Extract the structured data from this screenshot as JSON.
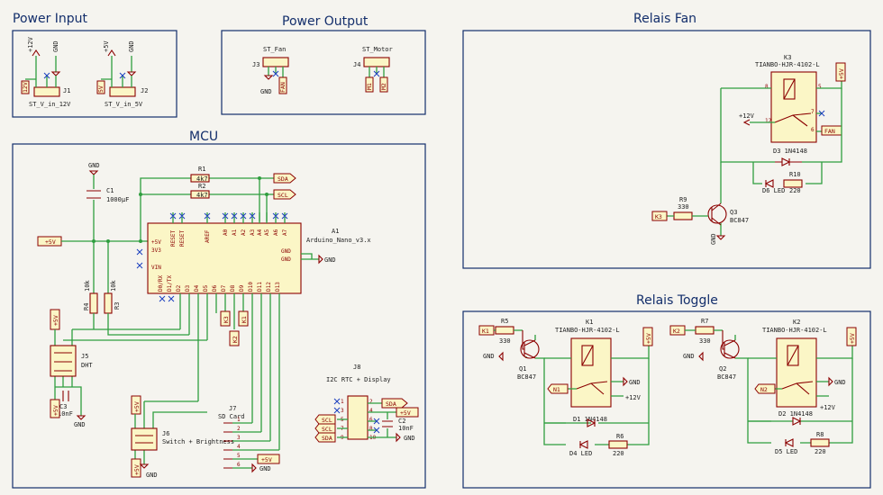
{
  "sections": {
    "power_input": "Power Input",
    "power_output": "Power Output",
    "relais_fan": "Relais Fan",
    "mcu": "MCU",
    "relais_toggle": "Relais Toggle"
  },
  "labels": {
    "p12v": "+12V",
    "gnd": "GND",
    "p5v": "+5V",
    "p5v_up": "+5V",
    "j1": "J1",
    "j2": "J2",
    "st_v_in_12v": "ST_V_in_12V",
    "st_v_in_5v": "ST_V_in_5V",
    "v12_flag": "12V",
    "v5_flag": "5V",
    "j3": "J3",
    "j4": "J4",
    "st_fan": "ST_Fan",
    "st_motor": "ST_Motor",
    "fan": "FAN",
    "m1": "M1",
    "m2": "M2",
    "k3": "K3",
    "k3_part": "TIANBO-HJR-4102-L",
    "d3": "D3 1N4148",
    "r10": "R10",
    "d6": "D6 LED",
    "r10v": "220",
    "r9": "R9",
    "r9v": "330",
    "q3": "Q3",
    "q3p": "BC847",
    "k3_flag": "K3",
    "fan_flag": "FAN",
    "c1": "C1",
    "c1v": "1000µF",
    "r1": "R1",
    "r1v": "4k7",
    "r2": "R2",
    "r2v": "4k7",
    "sda": "SDA",
    "scl": "SCL",
    "a1": "A1",
    "a1p": "Arduino_Nano_v3.x",
    "r4": "R4",
    "r4v": "10k",
    "r3": "R3",
    "r3v": "10k",
    "j5": "J5",
    "dht": "DHT",
    "c3": "C3",
    "c3v": "10nF",
    "j6": "J6",
    "j6p": "Switch + Brightness",
    "j7": "J7",
    "sdcard": "SD Card",
    "j8": "J8",
    "j8p": "I2C RTC + Display",
    "c2": "C2",
    "c2v": "10nF",
    "k1": "K1",
    "k2": "K2",
    "n1": "N1",
    "n2": "N2",
    "r5": "R5",
    "r5v": "330",
    "q1": "Q1",
    "q1p": "BC847",
    "d1": "D1 1N4148",
    "r6": "R6",
    "r6v": "220",
    "d4": "D4 LED",
    "r7": "R7",
    "r7v": "330",
    "q2": "Q2",
    "q2p": "BC847",
    "d2": "D2 1N4148",
    "r8": "R8",
    "r8v": "220",
    "d5": "D5 LED",
    "k_part": "TIANBO-HJR-4102-L"
  },
  "pins": {
    "nano_left": [
      "+5V",
      "3V3",
      "VIN"
    ],
    "nano_right": [
      "GND",
      "GND"
    ],
    "nano_top": [
      "RESET",
      "RESET",
      "AREF",
      "A0",
      "A1",
      "A2",
      "A3",
      "A4",
      "A5",
      "A6",
      "A7"
    ],
    "nano_bottom": [
      "D0/RX",
      "D1/TX",
      "D2",
      "D3",
      "D4",
      "D5",
      "D6",
      "D7",
      "D8",
      "D9",
      "D10",
      "D11",
      "D12",
      "D13"
    ],
    "j8_left": [
      "1",
      "3",
      "5",
      "7",
      "9"
    ],
    "j8_right": [
      "2",
      "4",
      "6",
      "8",
      "10"
    ],
    "j7": [
      "1",
      "2",
      "3",
      "4",
      "5",
      "6"
    ]
  },
  "colors": {
    "frame": "#132e6b",
    "wire": "#2f9e3f",
    "component": "#8b0000",
    "fill": "#fbf6c6",
    "nc": "#1b3fbf"
  }
}
